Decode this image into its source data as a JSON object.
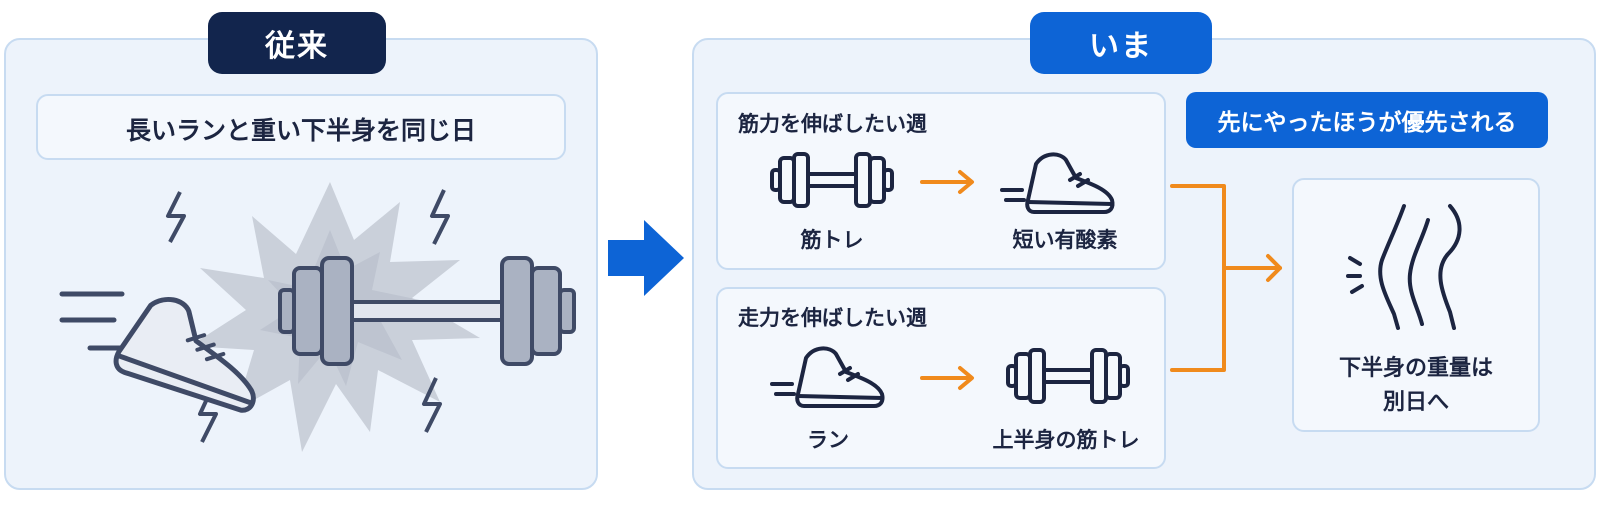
{
  "before": {
    "badge": "従来",
    "caption": "長いランと重い下半身を同じ日"
  },
  "after": {
    "badge": "いま",
    "priority_note": "先にやったほうが優先される",
    "strength_week": {
      "title": "筋力を伸ばしたい週",
      "first_label": "筋トレ",
      "second_label": "短い有酸素"
    },
    "running_week": {
      "title": "走力を伸ばしたい週",
      "first_label": "ラン",
      "second_label": "上半身の筋トレ"
    },
    "result": {
      "line1": "下半身の重量は",
      "line2": "別日へ"
    }
  },
  "colors": {
    "before_badge": "#12254d",
    "after_badge": "#0d64d6",
    "arrow_blue": "#0d64d6",
    "arrow_orange": "#f08a1c",
    "navy": "#1c2541",
    "panel_bg": "#edf3fb"
  },
  "icons": [
    "shoe-icon",
    "dumbbell-icon",
    "arrow-right-icon",
    "lightning-icon",
    "legs-icon"
  ]
}
